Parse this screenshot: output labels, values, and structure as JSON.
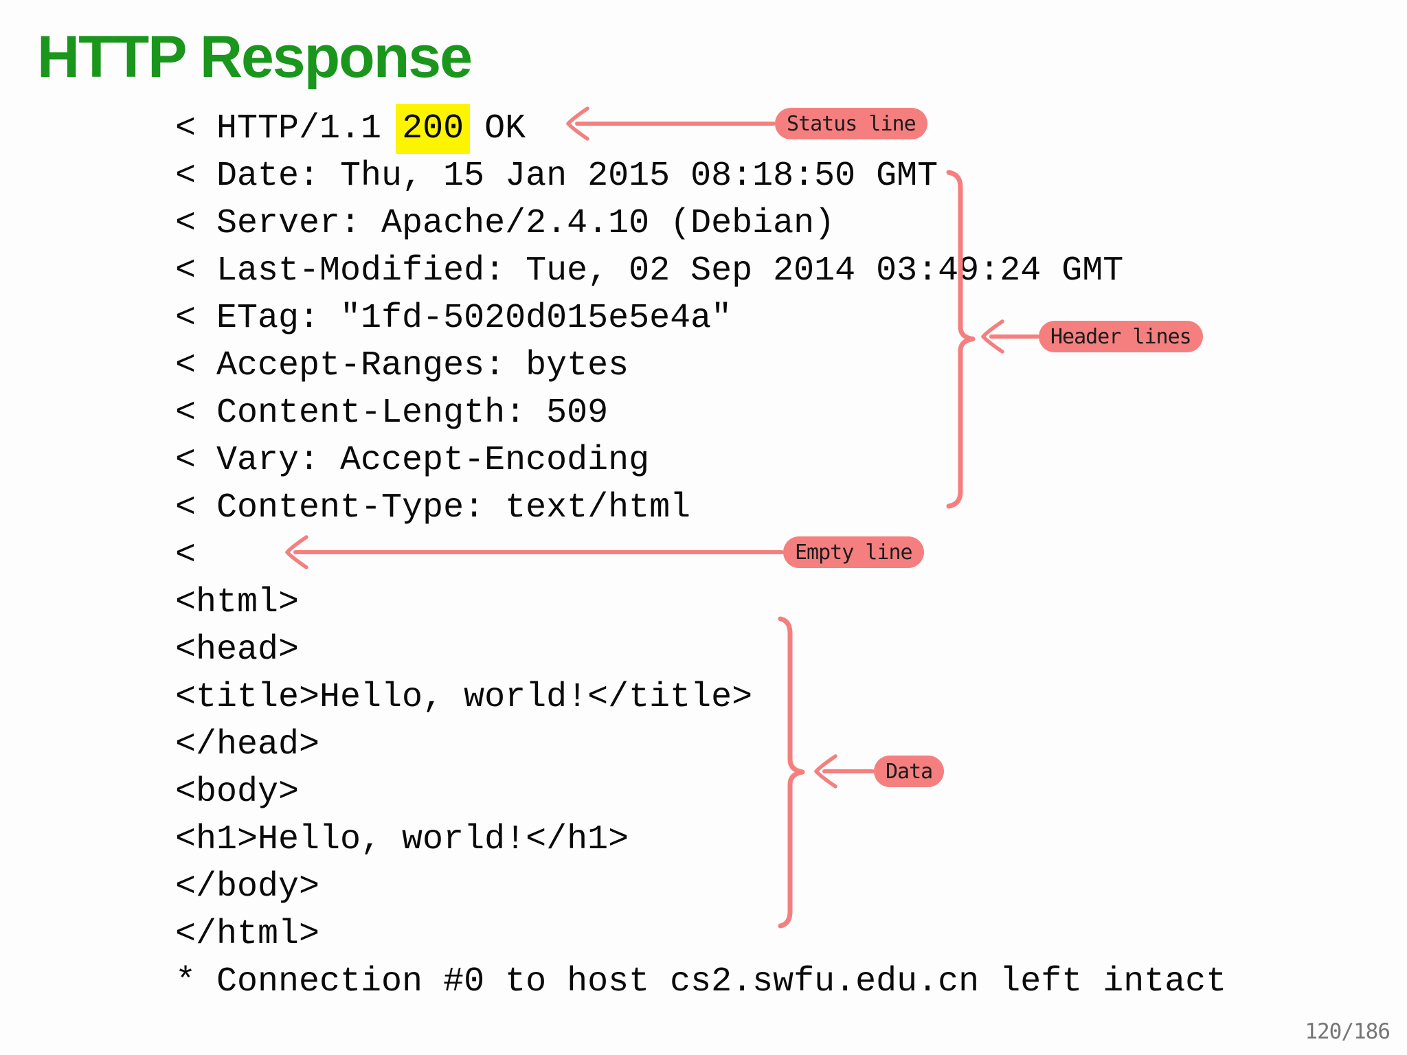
{
  "slide": {
    "title": "HTTP Response",
    "page_number": "120/186",
    "colors": {
      "title_green": "#1a961d",
      "annotation_salmon": "#f57f7f",
      "highlight_yellow": "#fdf500",
      "code_ink": "#0a0a0a",
      "page_number_gray": "#767676"
    }
  },
  "code": {
    "lines": [
      {
        "prefix": "< HTTP/1.1 ",
        "highlight": "200",
        "suffix": " OK"
      },
      {
        "text": "< Date: Thu, 15 Jan 2015 08:18:50 GMT"
      },
      {
        "text": "< Server: Apache/2.4.10 (Debian)"
      },
      {
        "text": "< Last-Modified: Tue, 02 Sep 2014 03:49:24 GMT"
      },
      {
        "text": "< ETag: \"1fd-5020d015e5e4a\""
      },
      {
        "text": "< Accept-Ranges: bytes"
      },
      {
        "text": "< Content-Length: 509"
      },
      {
        "text": "< Vary: Accept-Encoding"
      },
      {
        "text": "< Content-Type: text/html"
      },
      {
        "text": "<"
      },
      {
        "text": "<html>"
      },
      {
        "text": "<head>"
      },
      {
        "text": "<title>Hello, world!</title>"
      },
      {
        "text": "</head>"
      },
      {
        "text": "<body>"
      },
      {
        "text": "<h1>Hello, world!</h1>"
      },
      {
        "text": "</body>"
      },
      {
        "text": "</html>"
      },
      {
        "text": "* Connection #0 to host cs2.swfu.edu.cn left intact"
      }
    ]
  },
  "annotations": {
    "status_line": {
      "label": "Status line"
    },
    "header_lines": {
      "label": "Header lines"
    },
    "empty_line": {
      "label": "Empty line"
    },
    "data": {
      "label": "Data"
    }
  }
}
